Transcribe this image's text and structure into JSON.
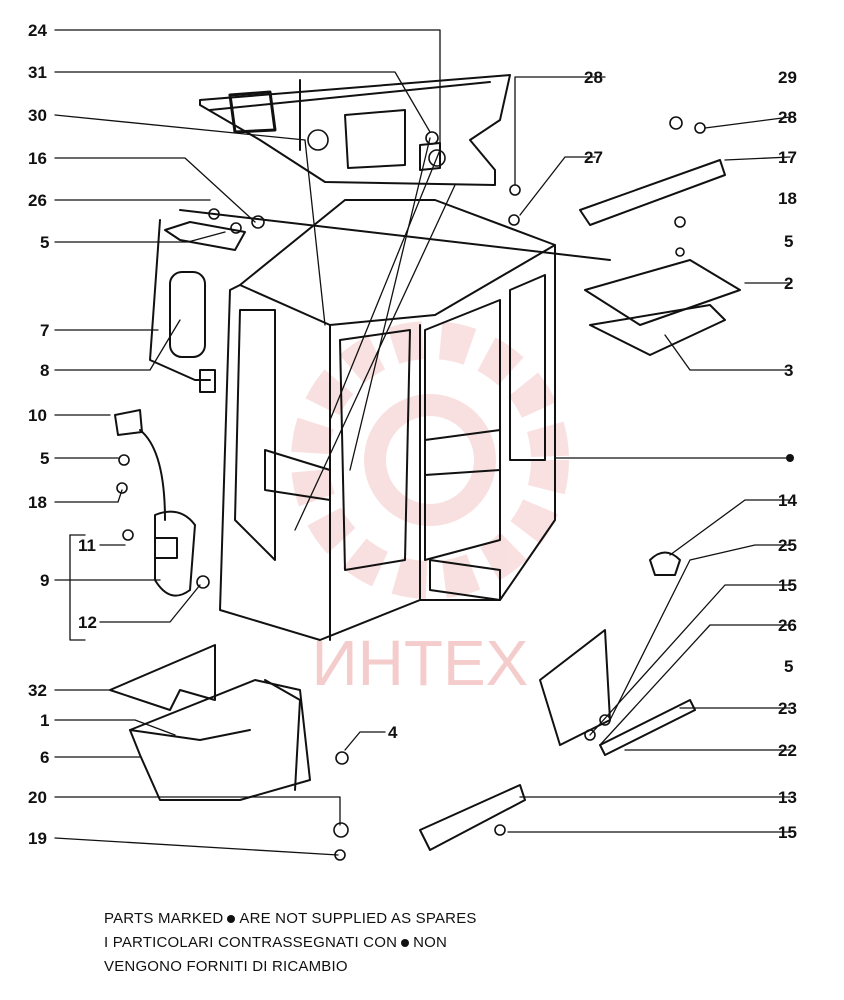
{
  "labels": {
    "l24": "24",
    "l31": "31",
    "l30": "30",
    "l16": "16",
    "l26a": "26",
    "l5a": "5",
    "l7": "7",
    "l8": "8",
    "l10": "10",
    "l5b": "5",
    "l18a": "18",
    "l11": "11",
    "l9": "9",
    "l12": "12",
    "l32": "32",
    "l1": "1",
    "l6": "6",
    "l20": "20",
    "l19": "19",
    "l4": "4",
    "l28a": "28",
    "l27": "27",
    "l29": "29",
    "l28b": "28",
    "l17": "17",
    "l18b": "18",
    "l5c": "5",
    "l2": "2",
    "l3": "3",
    "l14": "14",
    "l25": "25",
    "l15a": "15",
    "l26b": "26",
    "l5d": "5",
    "l23": "23",
    "l22": "22",
    "l13": "13",
    "l15b": "15"
  },
  "watermark": "ИНТЕХ",
  "colors": {
    "watermark": "#f0a8a8",
    "ink": "#111111"
  },
  "notes": {
    "line1_a": "PARTS MARKED",
    "line1_b": "ARE NOT SUPPLIED AS SPARES",
    "line2_a": "I PARTICOLARI CONTRASSEGNATI CON",
    "line2_b": "NON",
    "line3": "VENGONO FORNITI DI RICAMBIO"
  }
}
